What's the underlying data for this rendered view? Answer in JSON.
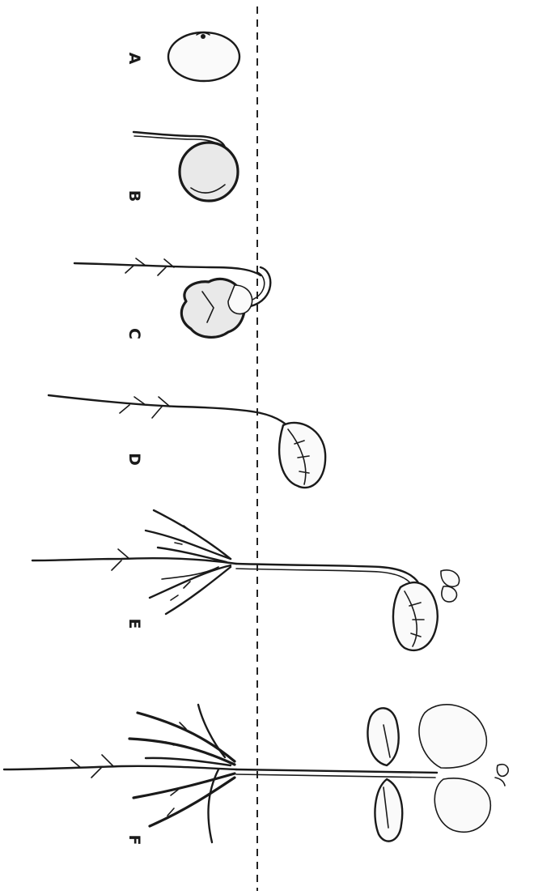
{
  "figure": {
    "stages": [
      {
        "id": "A",
        "label": "A"
      },
      {
        "id": "B",
        "label": "B"
      },
      {
        "id": "C",
        "label": "C"
      },
      {
        "id": "D",
        "label": "D"
      },
      {
        "id": "E",
        "label": "E"
      },
      {
        "id": "F",
        "label": "F"
      }
    ],
    "soil_line": "dashed",
    "colors": {
      "ink": "#1a1a1a",
      "paper": "#ffffff"
    }
  }
}
